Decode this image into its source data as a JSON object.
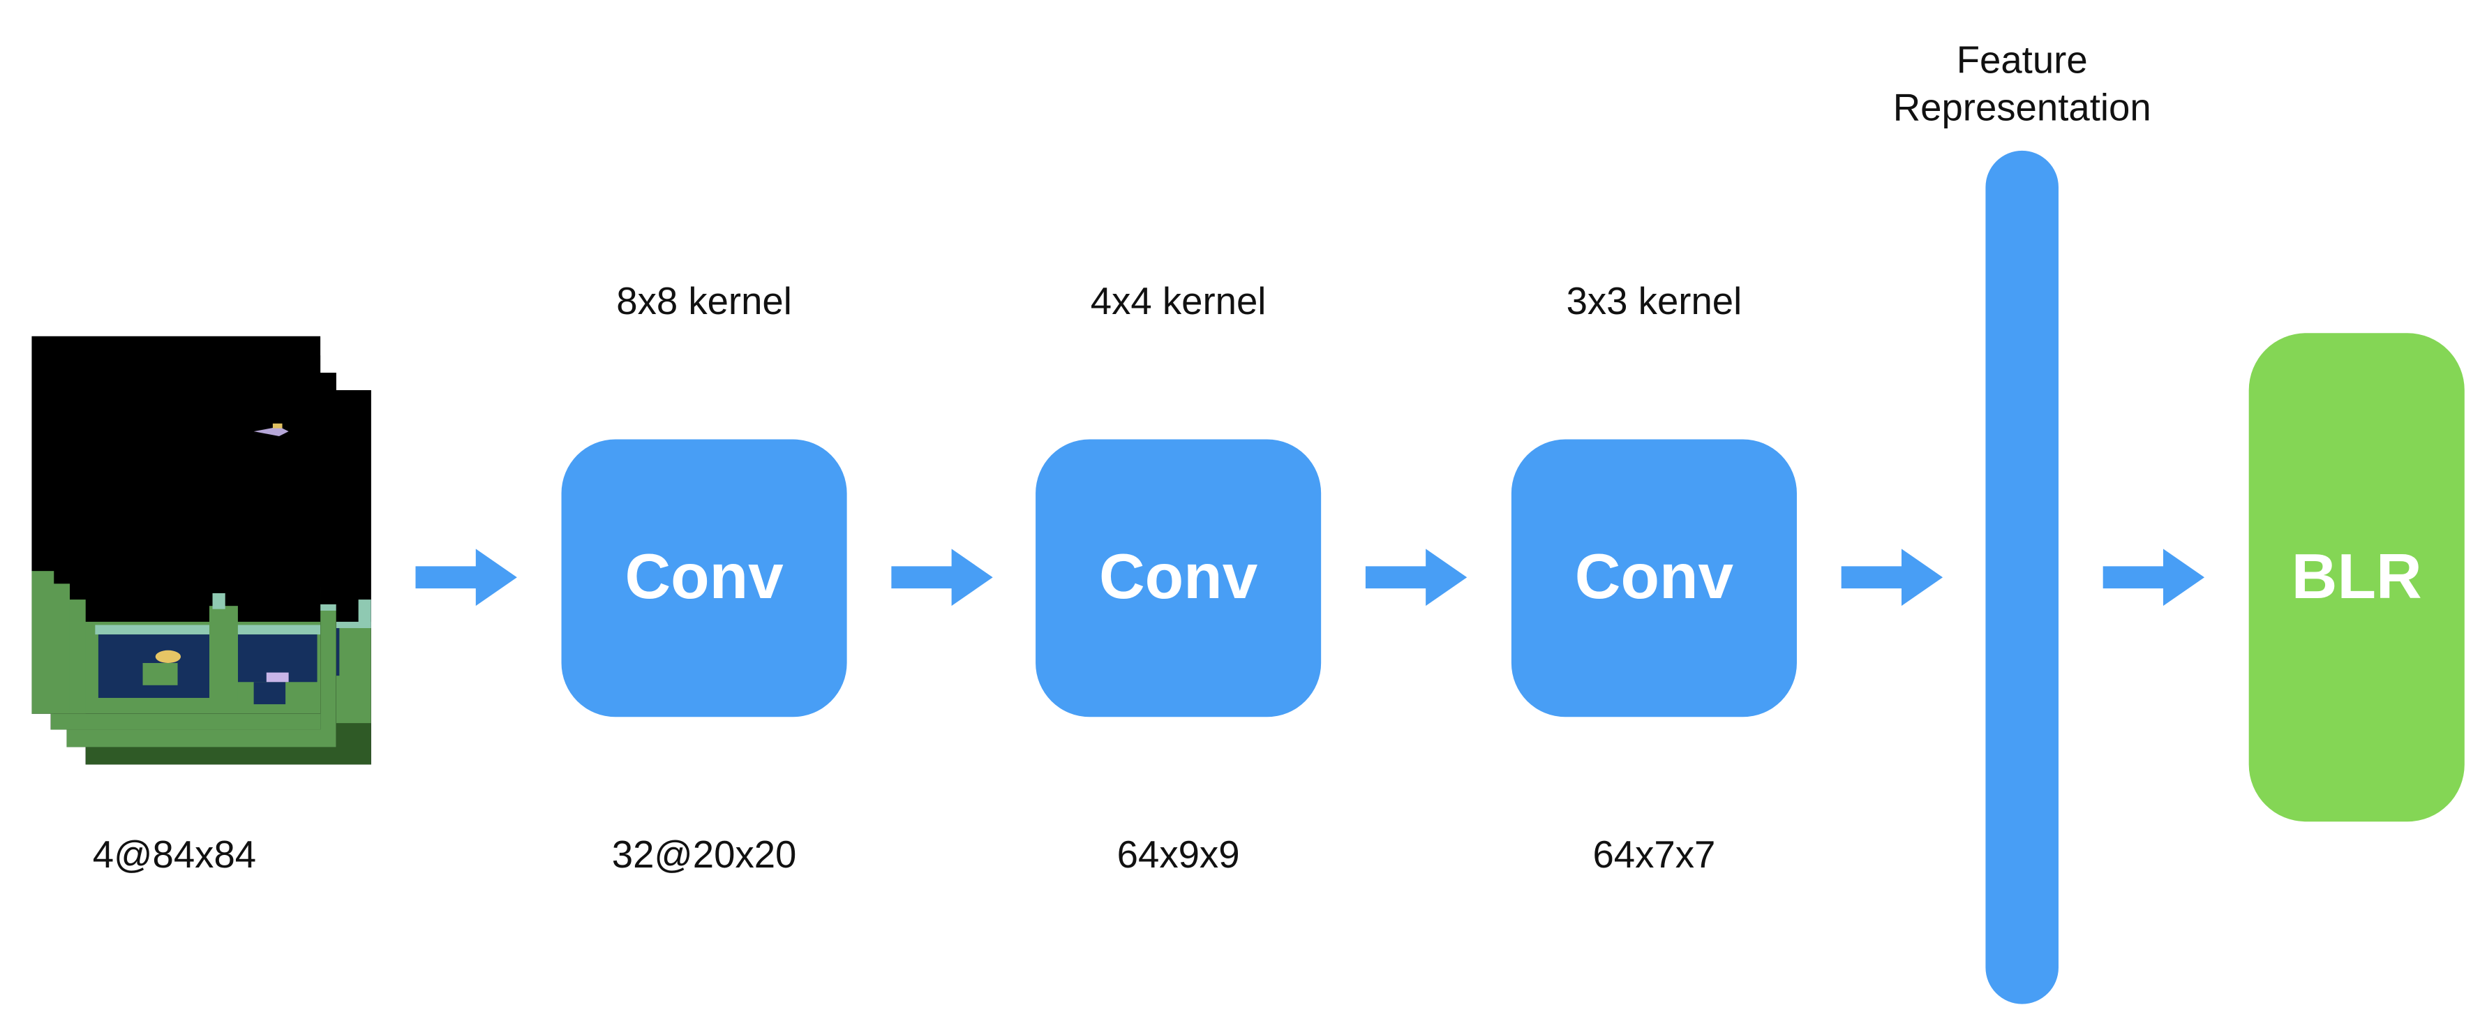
{
  "colors": {
    "conv_fill": "#489ef5",
    "feature_fill": "#489ef5",
    "blr_fill": "#84d655",
    "arrow": "#489ef5",
    "text": "#111111"
  },
  "input": {
    "label": "4@84x84"
  },
  "layers": [
    {
      "kernel": "8x8 kernel",
      "block": "Conv",
      "output": "32@20x20"
    },
    {
      "kernel": "4x4 kernel",
      "block": "Conv",
      "output": "64x9x9"
    },
    {
      "kernel": "3x3 kernel",
      "block": "Conv",
      "output": "64x7x7"
    }
  ],
  "feature": {
    "line1": "Feature",
    "line2": "Representation"
  },
  "head": {
    "label": "BLR"
  },
  "icons": {
    "arrow": "right-arrow-icon"
  }
}
